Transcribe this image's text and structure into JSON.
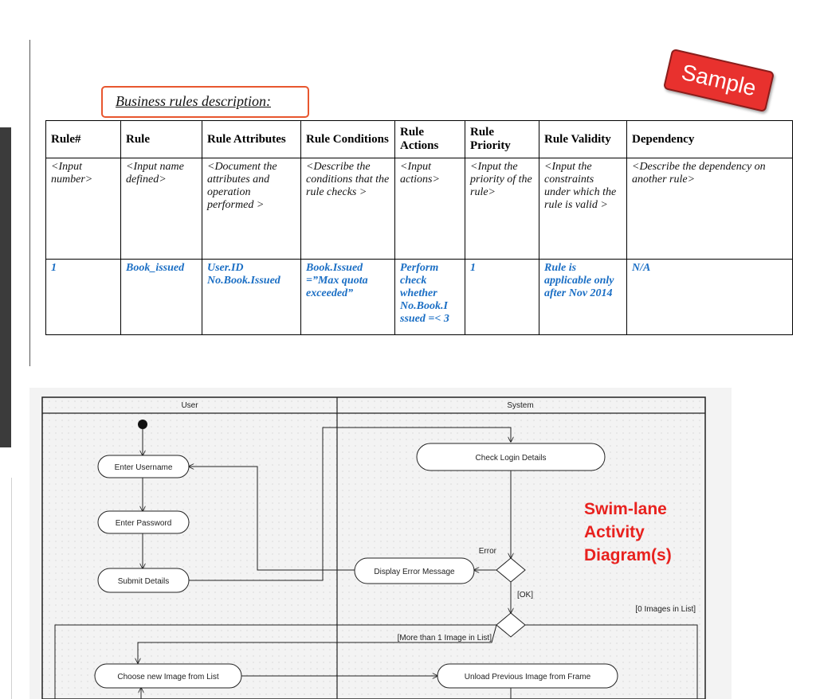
{
  "stamp": "Sample",
  "business_rules_title": "Business rules description:",
  "table": {
    "headers": [
      "Rule#",
      "Rule",
      "Rule Attributes",
      "Rule Conditions",
      "Rule Actions",
      "Rule Priority",
      "Rule Validity",
      "Dependency"
    ],
    "template_row": [
      "<Input number>",
      "<Input name defined>",
      "<Document the attributes and operation performed >",
      "<Describe the conditions that the rule checks >",
      "<Input actions>",
      "<Input the priority of the rule>",
      "<Input the constraints under which the rule is valid >",
      "<Describe the dependency on another rule>"
    ],
    "example_row": [
      "1",
      "Book_issued",
      "User.ID No.Book.Issued",
      "Book.Issued =”Max quota exceeded”",
      "Perform check whether No.Book.I ssued =< 3",
      "1",
      "Rule is applicable only after Nov 2014",
      "N/A"
    ]
  },
  "diagram": {
    "lanes": [
      "User",
      "System"
    ],
    "nodes": {
      "enter_username": "Enter Username",
      "enter_password": "Enter Password",
      "submit_details": "Submit Details",
      "check_login": "Check Login Details",
      "display_error": "Display Error Message",
      "choose_image": "Choose new Image from List",
      "unload_image": "Unload Previous Image from Frame"
    },
    "guards": {
      "error": "Error",
      "ok": "[OK]",
      "zero_images": "[0 Images in List]",
      "more_than_one": "[More than 1 Image in List]"
    }
  },
  "annotation": "Swim-lane Activity Diagram(s)"
}
